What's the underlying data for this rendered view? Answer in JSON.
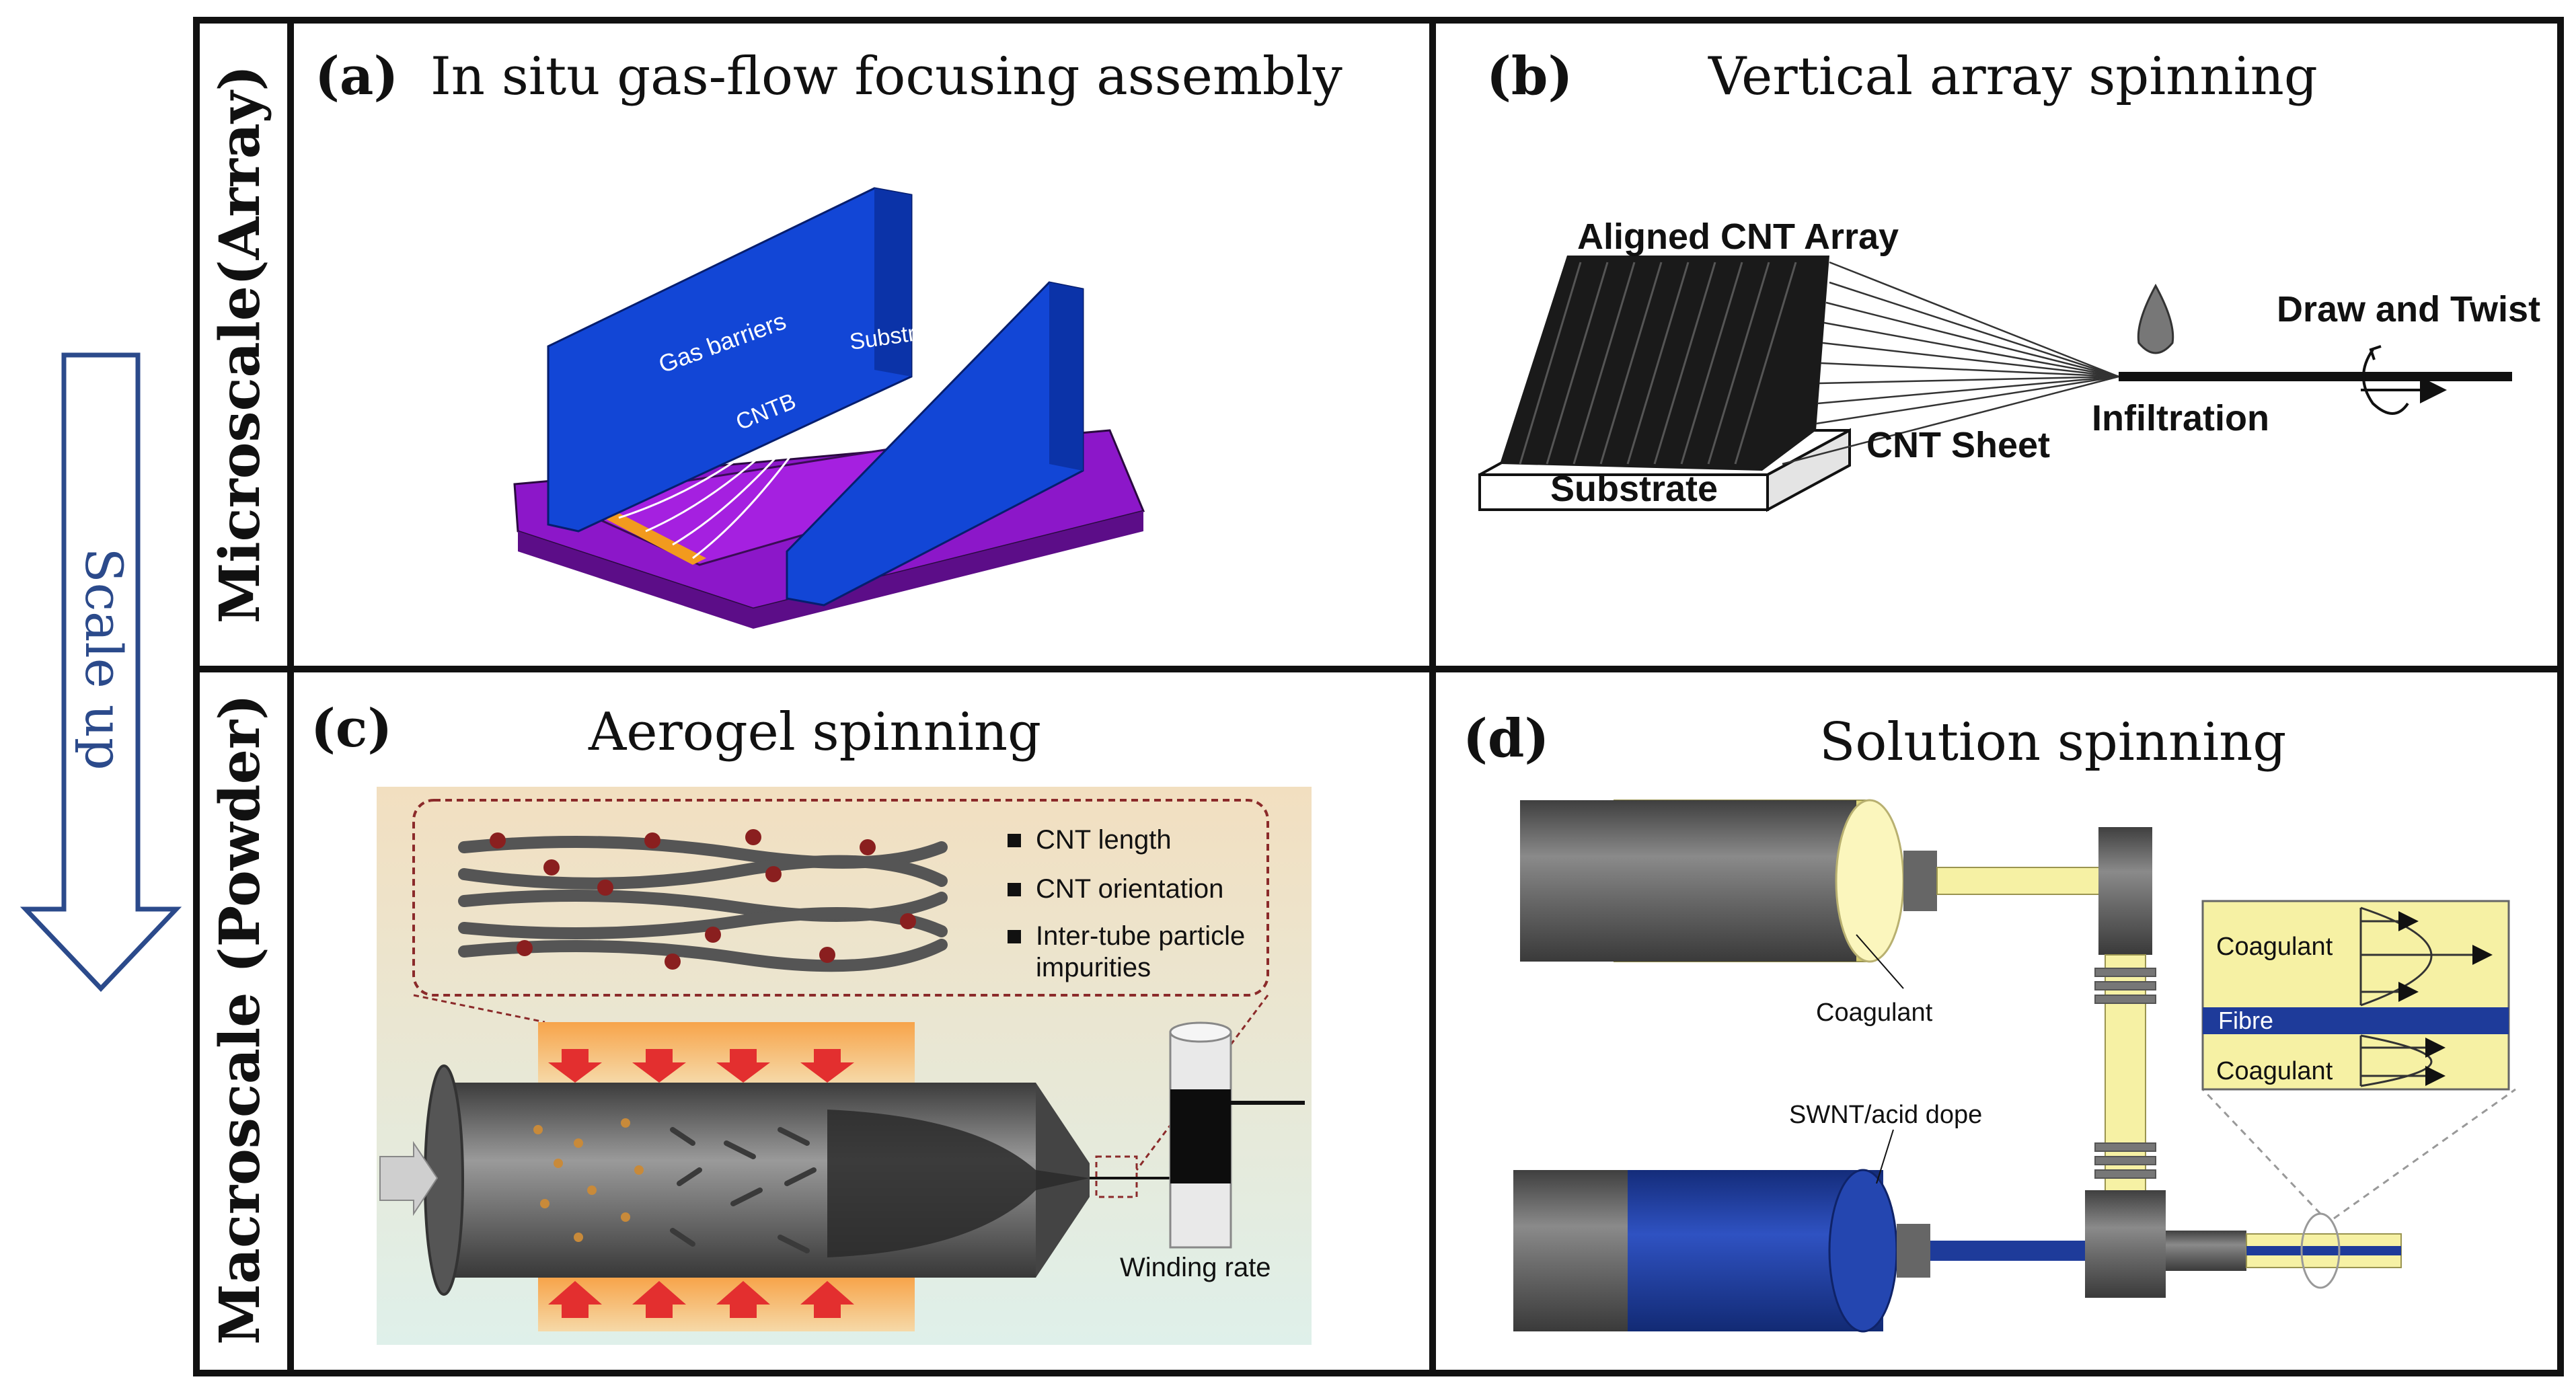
{
  "scale_arrow": {
    "label": "Scale up"
  },
  "rows": {
    "micro_label": "Microscale(Array)",
    "macro_label": "Macroscale (Powder)"
  },
  "panels": {
    "a": {
      "letter": "(a)",
      "title": "In situ gas-flow focusing assembly",
      "labels": {
        "gas_barriers": "Gas barriers",
        "substrate": "Substrate",
        "cntb": "CNTB"
      }
    },
    "b": {
      "letter": "(b)",
      "title": "Vertical array spinning",
      "labels": {
        "aligned_array": "Aligned CNT Array",
        "draw_twist": "Draw and Twist",
        "infiltration": "Infiltration",
        "cnt_sheet": "CNT Sheet",
        "substrate": "Substrate"
      }
    },
    "c": {
      "letter": "(c)",
      "title": "Aerogel spinning",
      "bullets": [
        "CNT length",
        "CNT orientation",
        "Inter-tube particle",
        "impurities"
      ],
      "winding": "Winding rate"
    },
    "d": {
      "letter": "(d)",
      "title": "Solution spinning",
      "labels": {
        "coagulant": "Coagulant",
        "dope": "SWNT/acid dope",
        "inset_coag_top": "Coagulant",
        "inset_fibre": "Fibre",
        "inset_coag_bottom": "Coagulant"
      }
    }
  },
  "colors": {
    "frame": "#111111",
    "arrow_stroke": "#2b4a8b",
    "barrier_blue": "#1246d6",
    "substrate_purple": "#9a18d6",
    "coagulant_yellow": "#f6f1a4",
    "dope_blue": "#1e3b9a",
    "cylinder_grey": "#6b6b6b"
  }
}
